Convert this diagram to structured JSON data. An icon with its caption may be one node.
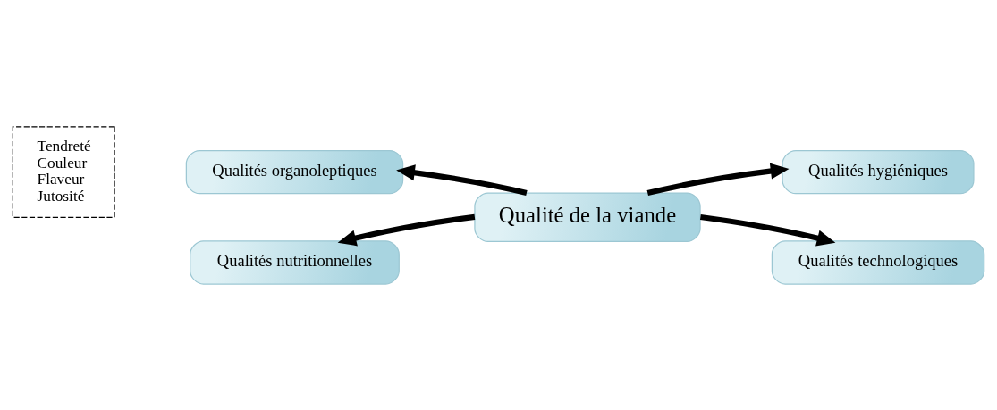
{
  "diagram": {
    "nodes": [
      {
        "text": [
          "Qualités organoleptiques"
        ],
        "beside": [
          "Tendreté",
          "Couleur",
          "Flaveur",
          "Jutosité"
        ]
      },
      {
        "text": [
          "Qualités hygiéniques"
        ]
      },
      {
        "text": [
          "Qualité de la viande"
        ]
      },
      {
        "text": [
          "Qualités nutritionnelles"
        ]
      },
      {
        "text": [
          "Qualités technologiques"
        ]
      }
    ],
    "edges": [
      {
        "from": 2,
        "to": 0,
        "arrow": "to"
      },
      {
        "from": 2,
        "to": 1,
        "arrow": "to"
      },
      {
        "from": 2,
        "to": 3,
        "arrow": "to"
      },
      {
        "from": 2,
        "to": 4,
        "arrow": "to"
      }
    ]
  }
}
